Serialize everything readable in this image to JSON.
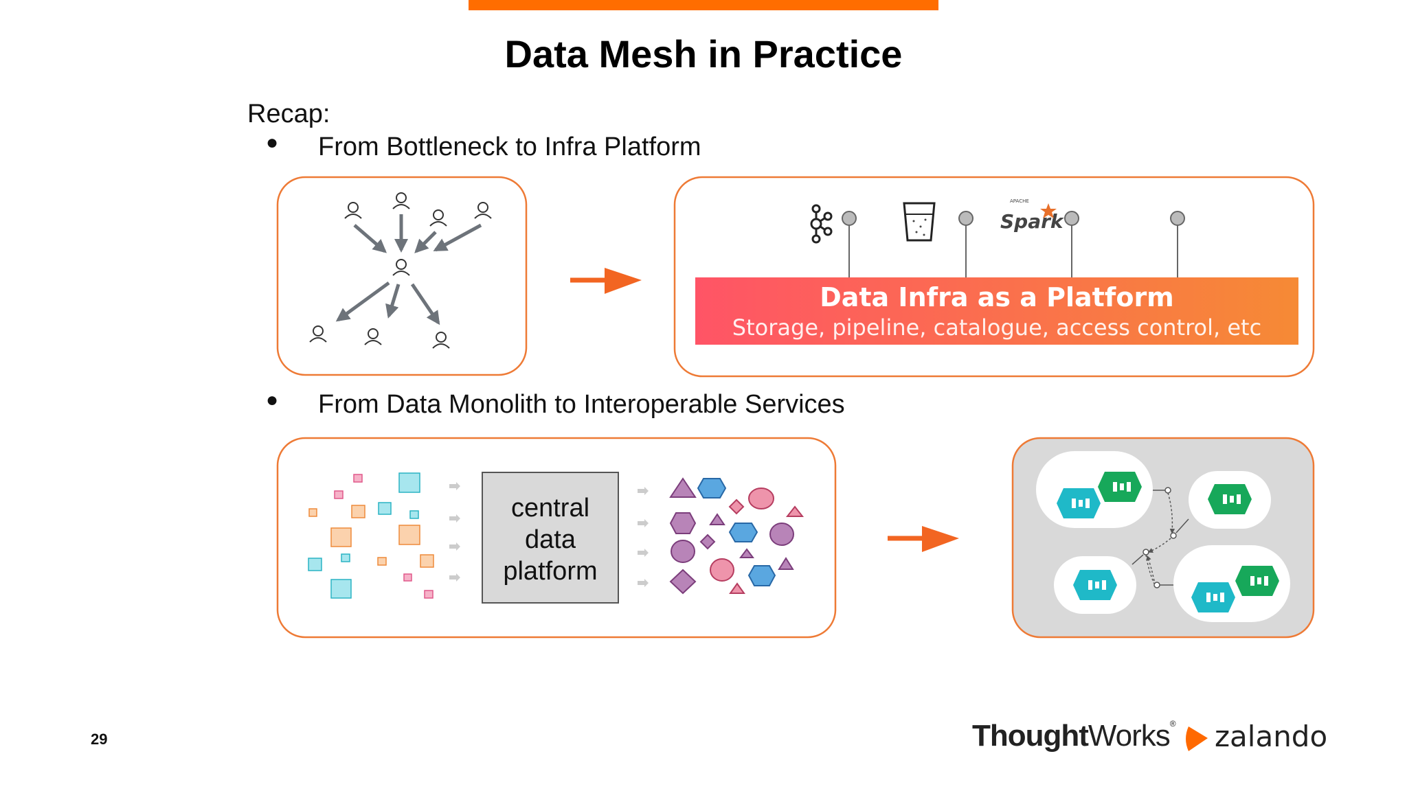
{
  "slide": {
    "title": "Data Mesh in Practice",
    "recap_label": "Recap:",
    "bullets": [
      "From Bottleneck to Infra Platform",
      "From Data Monolith to Interoperable Services"
    ],
    "page_number": "29"
  },
  "infra_platform": {
    "heading": "Data Infra as a Platform",
    "subheading": "Storage, pipeline, catalogue, access control, etc",
    "spark_label": "Spark",
    "spark_small": "APACHE"
  },
  "monolith": {
    "central_lines": [
      "central",
      "data",
      "platform"
    ]
  },
  "footer": {
    "thoughtworks_bold": "Thought",
    "thoughtworks_regular": "Works",
    "thoughtworks_mark": "®",
    "zalando": "zalando"
  },
  "colors": {
    "accent_orange": "#ff6d00",
    "box_border": "#ee7a35",
    "arrow": "#f26522",
    "gradient_start": "#ff5466",
    "gradient_end": "#f68a35",
    "service_teal": "#1fb9c8",
    "service_green": "#17a85a",
    "gray_arrow": "#6d737a"
  }
}
